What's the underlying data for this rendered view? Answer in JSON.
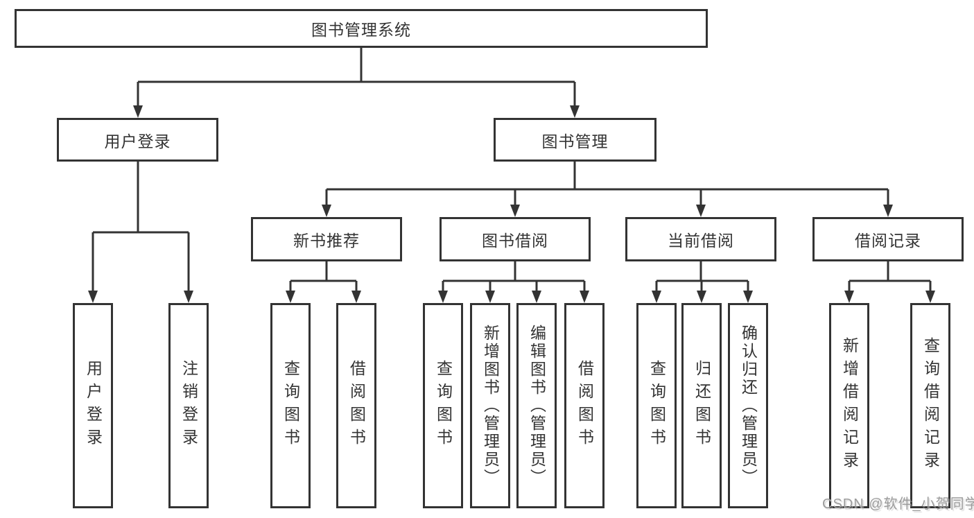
{
  "diagram": {
    "root": "图书管理系统",
    "level2": {
      "user_login": "用户登录",
      "book_management": "图书管理"
    },
    "level3": {
      "new_book": "新书推荐",
      "book_borrow": "图书借阅",
      "current_borrow": "当前借阅",
      "borrow_record": "借阅记录"
    },
    "leaves": {
      "user_login": [
        "用户登录",
        "注销登录"
      ],
      "new_book": [
        "查询图书",
        "借阅图书"
      ],
      "book_borrow": [
        "查询图书",
        "新增图书（管理员）",
        "编辑图书（管理员）",
        "借阅图书"
      ],
      "current_borrow": [
        "查询图书",
        "归还图书",
        "确认归还（管理员）"
      ],
      "borrow_record": [
        "新增借阅记录",
        "查询借阅记录"
      ]
    }
  },
  "watermark": "CSDN @软件_小贺同学",
  "colors": {
    "line": "#333333",
    "text": "#333333",
    "watermark": "#9c9c9c",
    "background": "#ffffff"
  }
}
